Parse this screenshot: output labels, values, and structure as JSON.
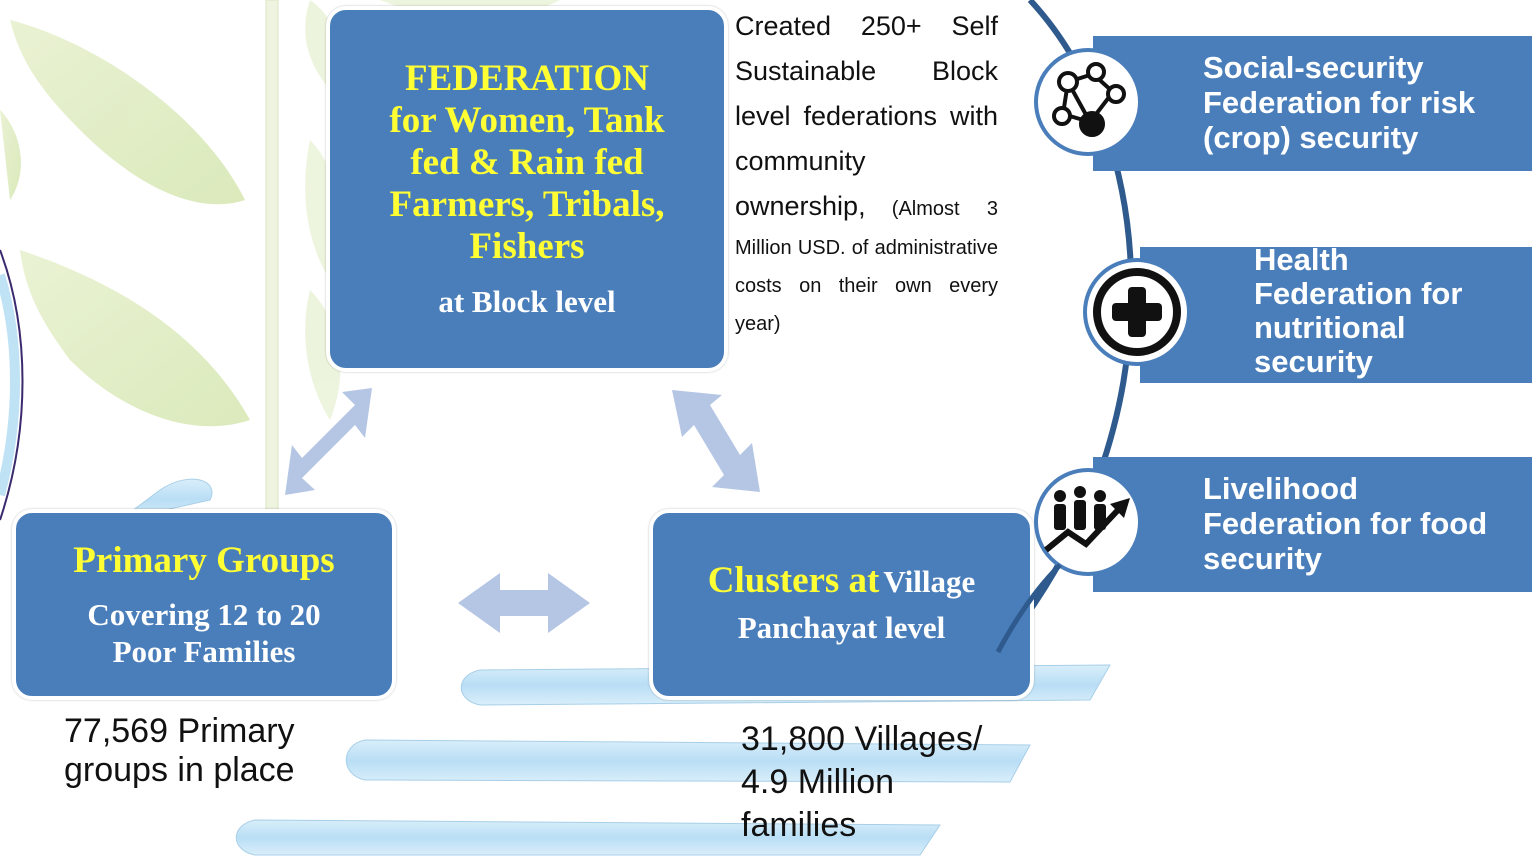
{
  "federation_box": {
    "title_lines": [
      "FEDERATION",
      "for Women, Tank",
      "fed & Rain fed",
      "Farmers, Tribals,",
      "Fishers"
    ],
    "subtitle": "at Block level"
  },
  "federation_note": {
    "lead": "Created 250+ Self Sustainable Block level federations with community ownership,",
    "detail": "(Almost 3 Million USD. of administrative costs on their own every year)"
  },
  "primary_box": {
    "title": "Primary Groups",
    "subtitle_lines": [
      "Covering 12 to 20",
      "Poor Families"
    ]
  },
  "primary_note": {
    "lines": [
      "77,569 Primary",
      "groups in place"
    ]
  },
  "clusters_box": {
    "title_yellow": "Clusters at",
    "title_rest": "Village",
    "line2": "Panchayat level"
  },
  "clusters_note": {
    "lines": [
      "31,800 Villages/",
      "4.9 Million",
      "families"
    ]
  },
  "right_panels": [
    {
      "lines": [
        "Social-security",
        "Federation for risk",
        "(crop) security"
      ],
      "icon": "network-people-icon"
    },
    {
      "lines": [
        "Health",
        "Federation for",
        "nutritional",
        "security"
      ],
      "icon": "medical-cross-icon"
    },
    {
      "lines": [
        "Livelihood",
        "Federation for food",
        "security"
      ],
      "icon": "people-growth-icon"
    }
  ],
  "colors": {
    "box_blue": "#4a7ebb",
    "highlight_yellow": "#ffff33",
    "arrow": "#b4c6e4",
    "arc": "#2e5a8e"
  }
}
